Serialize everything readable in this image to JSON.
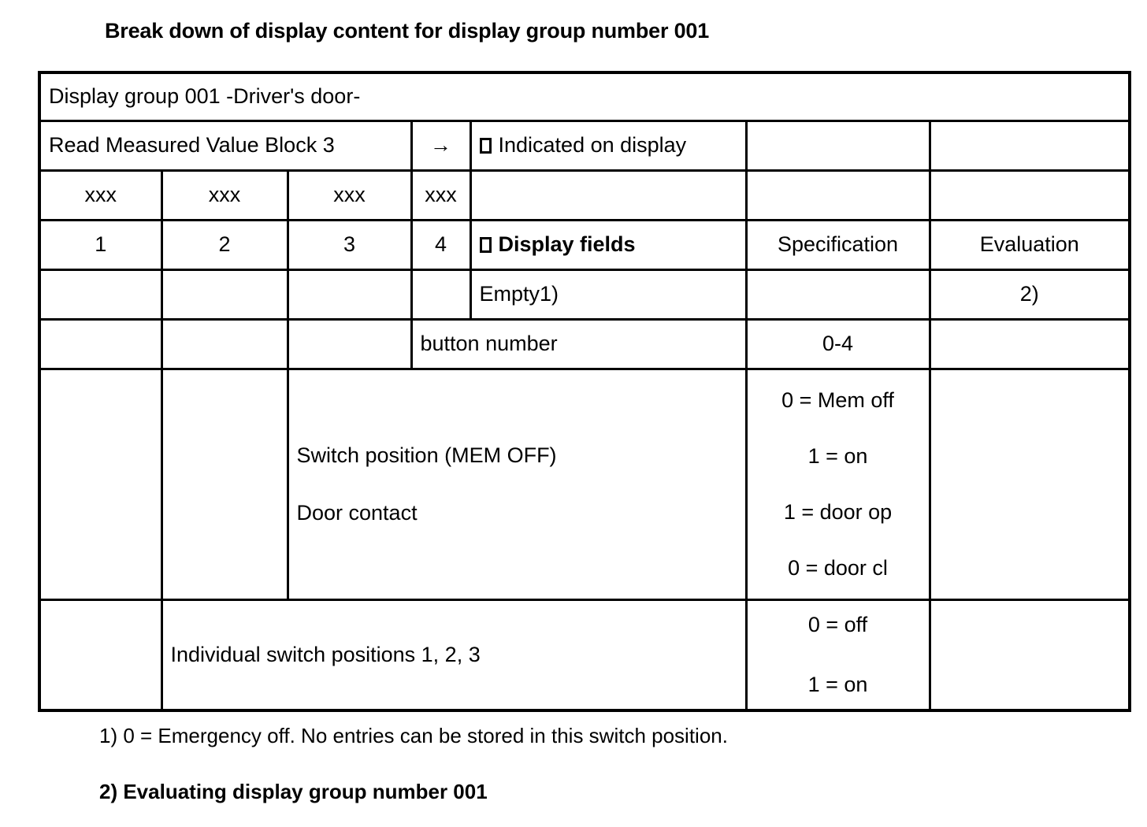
{
  "document": {
    "title": "Break down of display content for display group number 001"
  },
  "table": {
    "group_header": "Display group 001 -Driver's door-",
    "read_block": {
      "label": "Read Measured Value Block 3",
      "arrow": "→",
      "indicated_on_display": "Indicated on display",
      "box_icon": "box-glyph"
    },
    "xxx_row": [
      "xxx",
      "xxx",
      "xxx",
      "xxx"
    ],
    "field_numbers": [
      "1",
      "2",
      "3",
      "4"
    ],
    "headers": {
      "display_fields": "Display fields",
      "specification": "Specification",
      "evaluation": "Evaluation"
    },
    "rows": [
      {
        "display_field": "Empty1)",
        "specification": "",
        "evaluation": "2)"
      },
      {
        "display_field": "button number",
        "specification": "0-4",
        "evaluation": ""
      },
      {
        "display_field_line1": "Switch position (MEM OFF)",
        "display_field_line2": "Door contact",
        "spec_line1": "0 = Mem off",
        "spec_line2": "1 = on",
        "spec_line3": "1 = door op",
        "spec_line4": "0 = door cl",
        "evaluation": ""
      },
      {
        "display_field": "Individual switch positions 1, 2, 3",
        "spec_line1": "0 = off",
        "spec_line2": "1 = on",
        "evaluation": ""
      }
    ]
  },
  "footnotes": {
    "note1": "1) 0 = Emergency off. No entries can be stored in this switch position.",
    "note2": "2)  Evaluating display group number 001"
  }
}
